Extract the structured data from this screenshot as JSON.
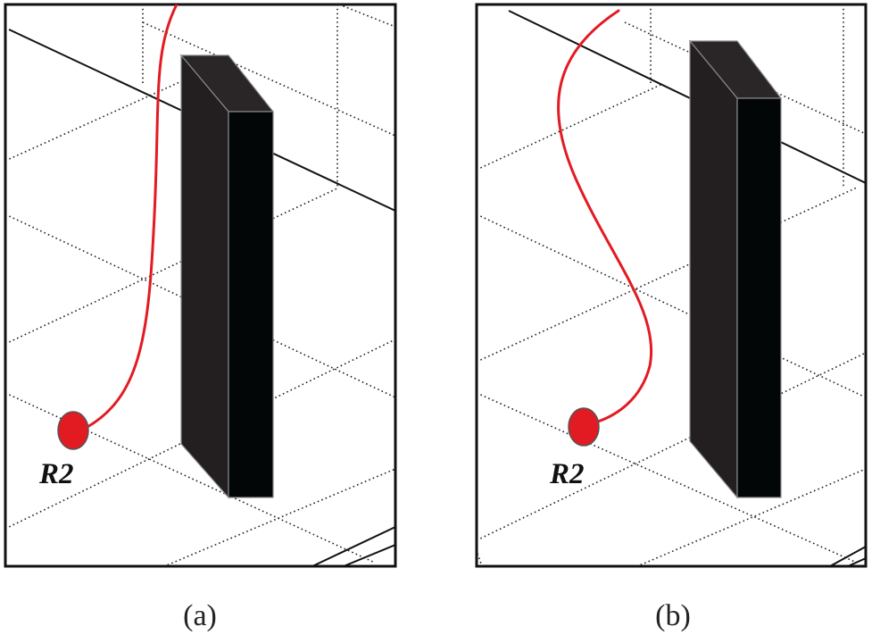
{
  "panels": [
    {
      "robot_label": "R2",
      "caption": "(a)"
    },
    {
      "robot_label": "R2",
      "caption": "(b)"
    }
  ],
  "colors": {
    "path": "#e21b22",
    "robot": "#e21b22",
    "obstacle_front": "#231f20",
    "obstacle_side": "#030606",
    "obstacle_top": "#2a2627"
  }
}
